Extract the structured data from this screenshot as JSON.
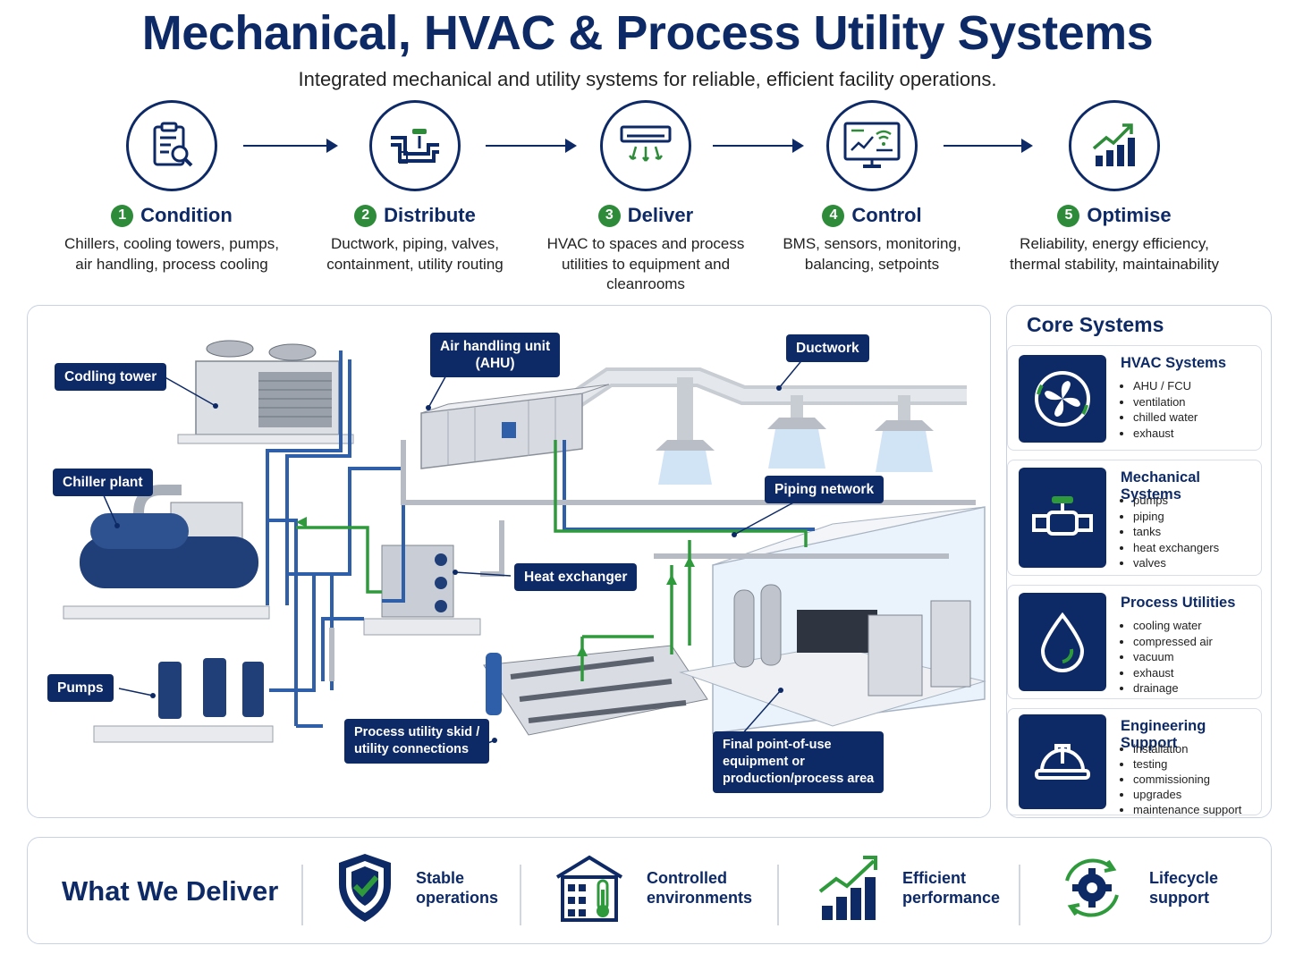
{
  "header": {
    "title": "Mechanical, HVAC & Process Utility Systems",
    "subtitle": "Integrated mechanical and utility systems for reliable, efficient facility operations."
  },
  "steps": [
    {
      "num": "1",
      "title": "Condition",
      "desc": "Chillers, cooling towers, pumps, air handling, process cooling",
      "icon": "clipboard-search-icon"
    },
    {
      "num": "2",
      "title": "Distribute",
      "desc": "Ductwork, piping, valves, containment, utility routing",
      "icon": "pipe-valve-icon"
    },
    {
      "num": "3",
      "title": "Deliver",
      "desc": "HVAC to spaces and process utilities to equipment and cleanrooms",
      "icon": "air-vent-icon"
    },
    {
      "num": "4",
      "title": "Control",
      "desc": "BMS, sensors, monitoring, balancing, setpoints",
      "icon": "monitor-dashboard-icon"
    },
    {
      "num": "5",
      "title": "Optimise",
      "desc": "Reliability, energy efficiency, thermal stability, maintainability",
      "icon": "growth-chart-icon"
    }
  ],
  "diagram": {
    "labels": {
      "cooling_tower": "Codling tower",
      "ahu_line1": "Air handling unit",
      "ahu_line2": "(AHU)",
      "ductwork": "Ductwork",
      "chiller": "Chiller plant",
      "piping": "Piping network",
      "heat_exchanger": "Heat exchanger",
      "pumps": "Pumps",
      "skid_line1": "Process utility skid /",
      "skid_line2": "utility connections",
      "final_line1": "Final point-of-use",
      "final_line2": "equipment or",
      "final_line3": "production/process area"
    }
  },
  "core": {
    "title": "Core Systems",
    "cards": [
      {
        "title": "HVAC Systems",
        "icon": "fan-icon",
        "items": [
          "AHU / FCU",
          "ventilation",
          "chilled water",
          "exhaust"
        ]
      },
      {
        "title": "Mechanical Systems",
        "icon": "valve-icon",
        "items": [
          "pumps",
          "piping",
          "tanks",
          "heat exchangers",
          "valves"
        ]
      },
      {
        "title": "Process Utilities",
        "icon": "water-drop-icon",
        "items": [
          "cooling water",
          "compressed air",
          "vacuum",
          "exhaust",
          "drainage"
        ]
      },
      {
        "title": "Engineering Support",
        "icon": "hard-hat-icon",
        "items": [
          "installation",
          "testing",
          "commissioning",
          "upgrades",
          "maintenance support"
        ]
      }
    ]
  },
  "deliver": {
    "title": "What We Deliver",
    "items": [
      {
        "line1": "Stable",
        "line2": "operations",
        "icon": "shield-check-icon"
      },
      {
        "line1": "Controlled",
        "line2": "environments",
        "icon": "building-thermometer-icon"
      },
      {
        "line1": "Efficient",
        "line2": "performance",
        "icon": "bar-growth-icon"
      },
      {
        "line1": "Lifecycle",
        "line2": "support",
        "icon": "gear-cycle-icon"
      }
    ]
  },
  "colors": {
    "navy": "#0e2a66",
    "green": "#2e8b3a",
    "pipe_blue": "#2f5fa8"
  }
}
